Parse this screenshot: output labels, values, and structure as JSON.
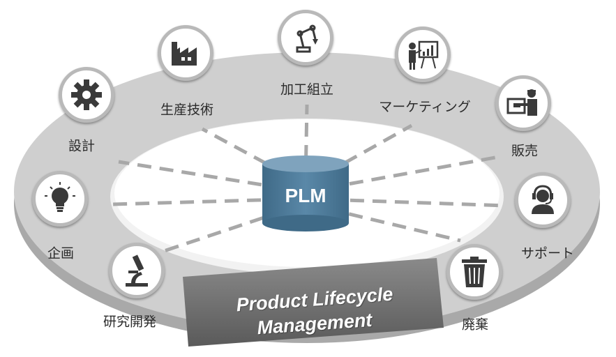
{
  "center": {
    "label": "PLM"
  },
  "banner": {
    "line1": "Product Lifecycle",
    "line2": "Management"
  },
  "stages": {
    "design": "設計",
    "production_engineering": "生産技術",
    "processing_assembly": "加工組立",
    "marketing": "マーケティング",
    "sales": "販売",
    "support": "サポート",
    "disposal": "廃棄",
    "research_development": "研究開発",
    "planning": "企画"
  },
  "icons": {
    "design": "gear-icon",
    "production_engineering": "factory-icon",
    "processing_assembly": "robot-arm-icon",
    "marketing": "presentation-icon",
    "sales": "sales-counter-icon",
    "support": "headset-icon",
    "disposal": "trash-can-icon",
    "research_development": "microscope-icon",
    "planning": "lightbulb-icon"
  },
  "colors": {
    "ring": "#cfcfcf",
    "ring_side": "#a9a9a9",
    "cylinder": "#4e7a99",
    "banner": "#6e6e6e",
    "icon": "#3a3a3a"
  }
}
